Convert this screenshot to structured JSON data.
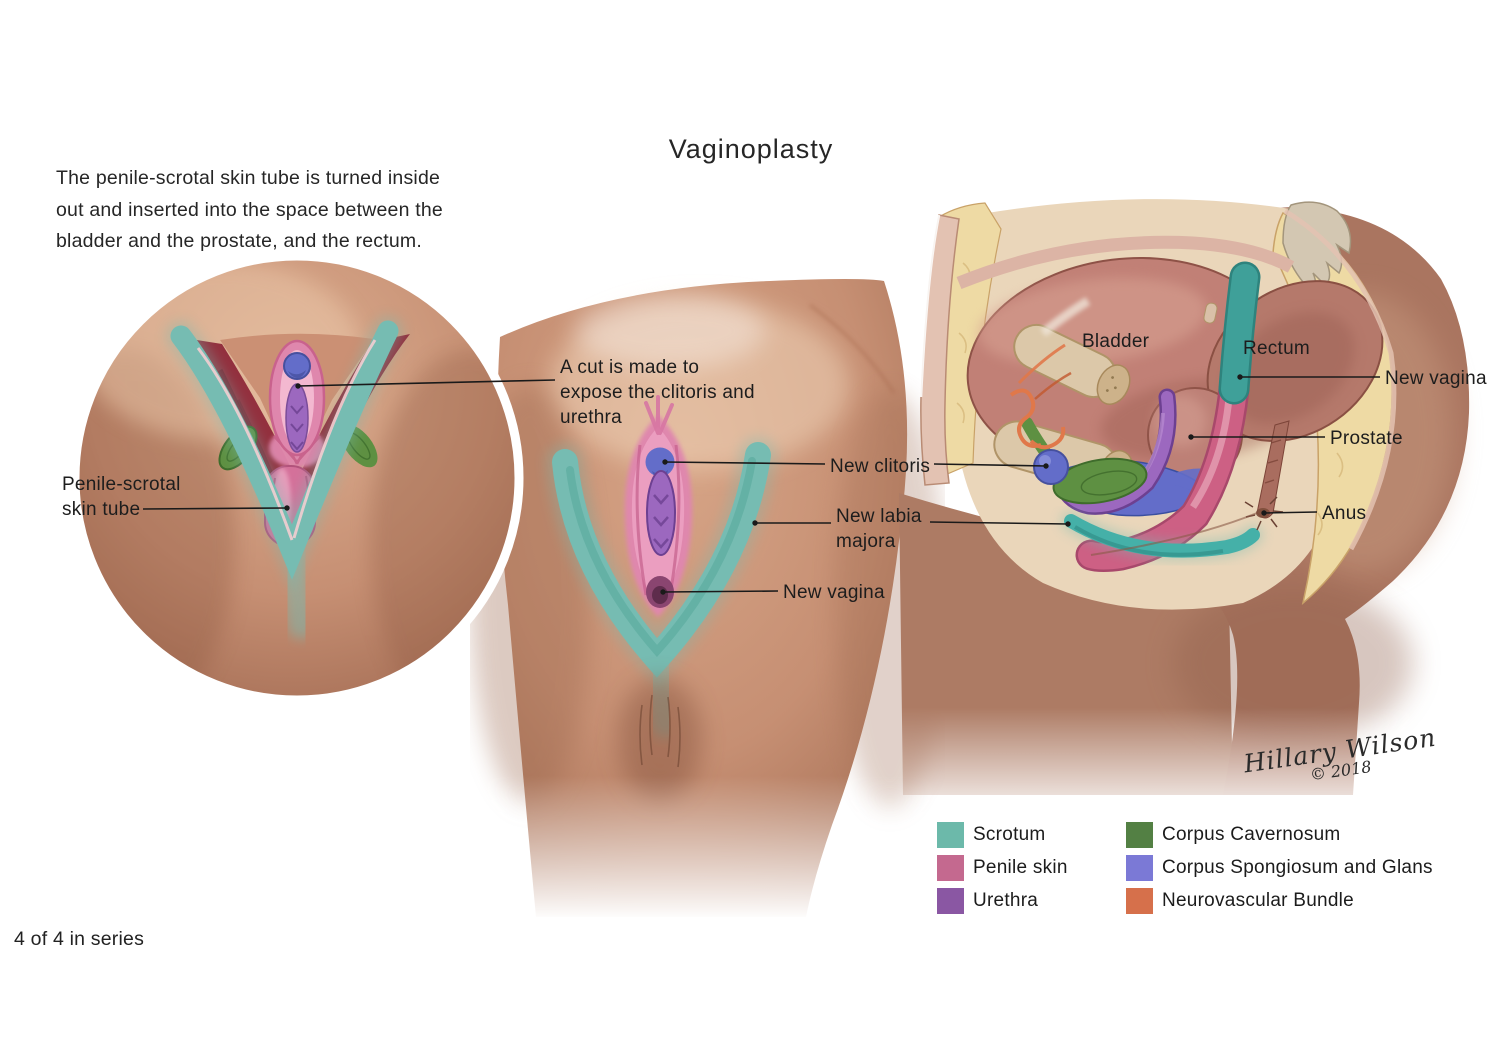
{
  "page": {
    "title": "Vaginoplasty",
    "series_note": "4 of 4 in series"
  },
  "intro": {
    "text": "The penile-scrotal skin tube is turned inside out and inserted into the space between the bladder and the prostate, and the rectum."
  },
  "annotations": {
    "cut_note": "A cut is made to expose the clitoris and urethra",
    "penile_scrotal": "Penile-scrotal skin tube",
    "new_clitoris": "New clitoris",
    "new_labia_majora": "New labia majora",
    "new_vagina_center": "New vagina",
    "bladder": "Bladder",
    "rectum": "Rectum",
    "new_vagina_side": "New vagina",
    "prostate": "Prostate",
    "anus": "Anus"
  },
  "signature": {
    "artist": "Hillary Wilson",
    "year": "© 2018"
  },
  "legend": {
    "items": [
      {
        "label": "Scrotum",
        "color": "#6cb9aa"
      },
      {
        "label": "Penile skin",
        "color": "#c4698f"
      },
      {
        "label": "Urethra",
        "color": "#8a57a3"
      },
      {
        "label": "Corpus Cavernosum",
        "color": "#538044"
      },
      {
        "label": "Corpus Spongiosum and Glans",
        "color": "#7b79d6"
      },
      {
        "label": "Neurovascular Bundle",
        "color": "#d6704b"
      }
    ]
  },
  "palette": {
    "scrotum_band": "#76bcb2",
    "scrotum_band_deep": "#55a79b",
    "penile_pink": "#df87ad",
    "penile_tube": "#d4719a",
    "urethra_purple": "#9c68bf",
    "urethra_deep": "#6d4091",
    "glans_blue": "#636dc9",
    "glans_deep": "#46509e",
    "cavernosum_green": "#5e9042",
    "cavernosum_deep": "#3f6c2c",
    "neuro_orange": "#e0784a",
    "vagina_teal_tube": "#3fa099",
    "vagina_pink_tube": "#cd6084",
    "cavity_red": "#93303e",
    "dark_opening": "#8a4570"
  }
}
